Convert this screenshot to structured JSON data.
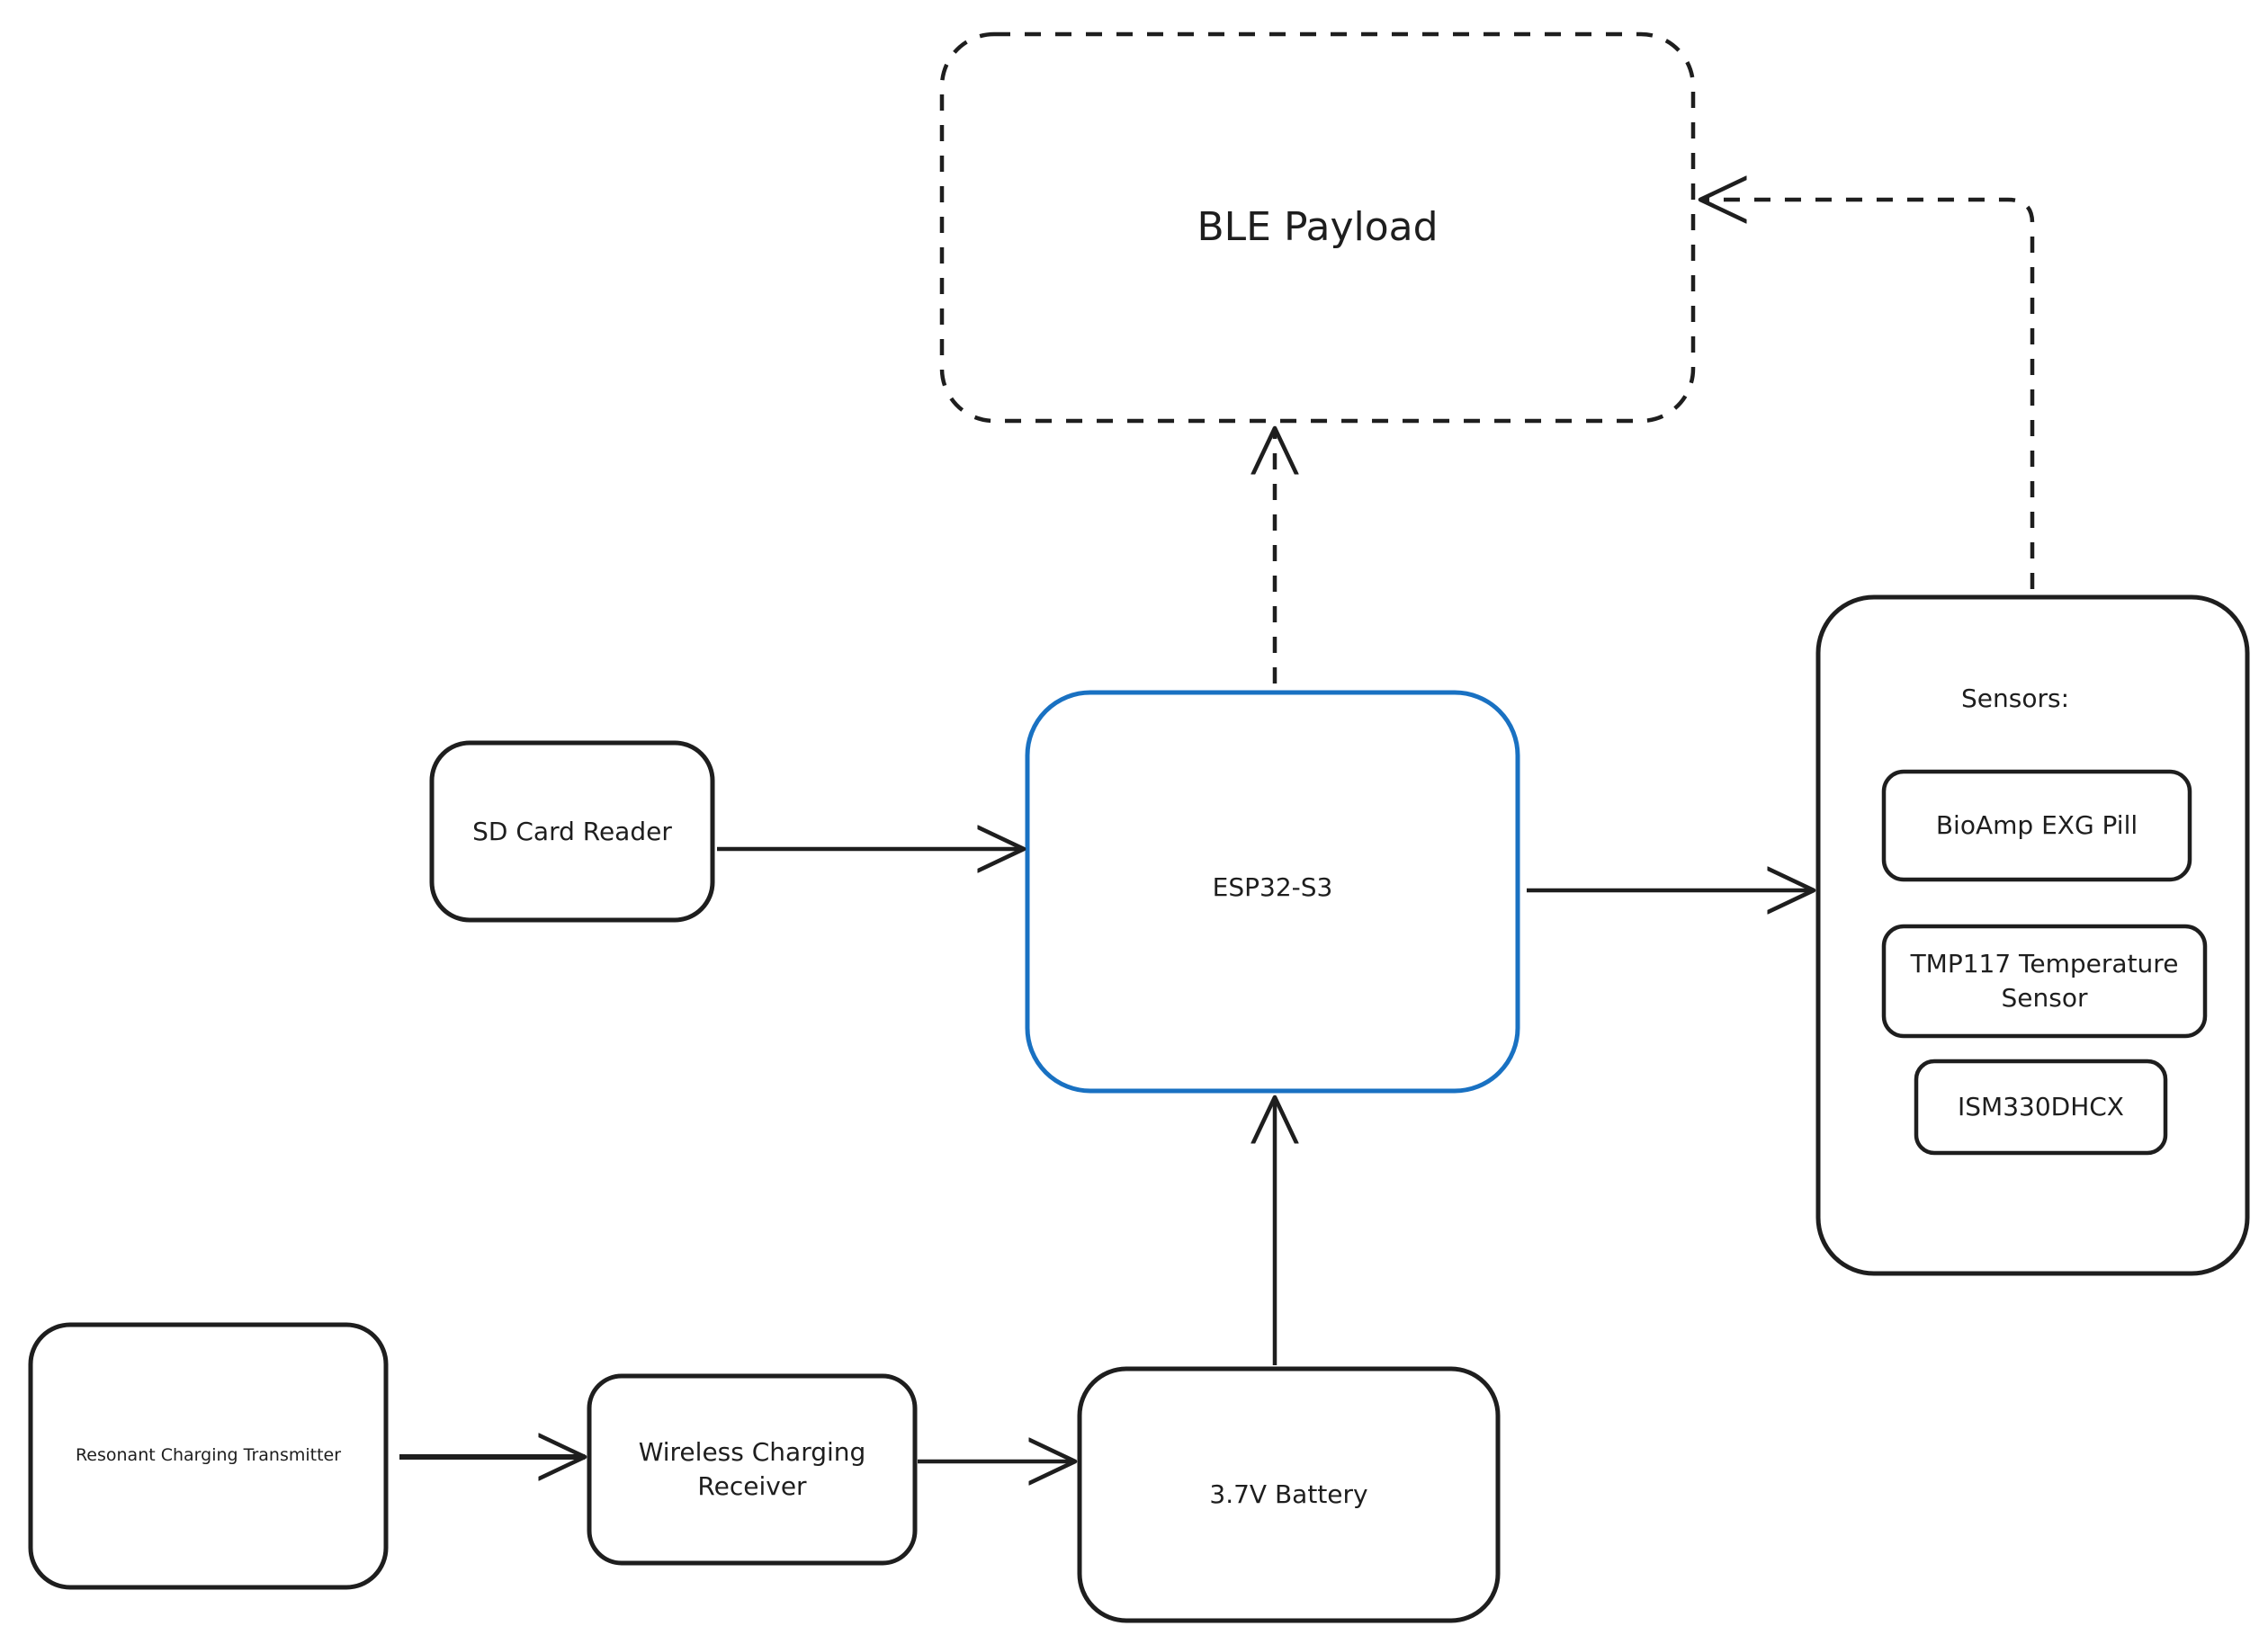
{
  "nodes": {
    "ble_payload": "BLE Payload",
    "esp32": "ESP32-S3",
    "sd_card": "SD Card Reader",
    "sensors_title": "Sensors:",
    "bioamp": "BioAmp EXG Pill",
    "tmp117": "TMP117 Temperature Sensor",
    "ism330": "ISM330DHCX",
    "transmitter": "Resonant Charging Transmitter",
    "receiver": "Wireless Charging Receiver",
    "battery": "3.7V Battery"
  },
  "colors": {
    "stroke": "#1e1e1e",
    "esp32_stroke": "#1971c2",
    "background": "#ffffff"
  }
}
